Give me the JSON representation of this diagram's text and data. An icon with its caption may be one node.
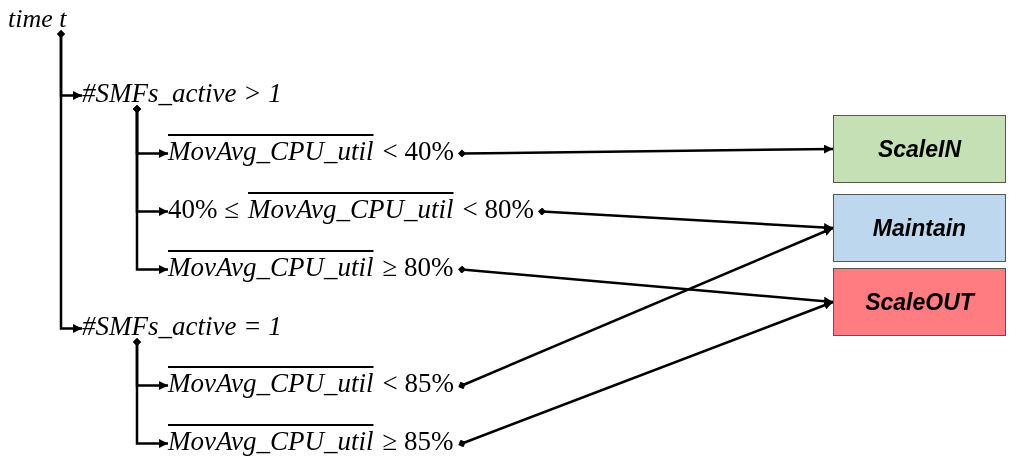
{
  "diagram": {
    "nodes": [
      {
        "text": [
          "time t"
        ]
      },
      {
        "text": [
          "#SMFs_active > 1"
        ]
      },
      {
        "text": [
          "MovAvg_CPU_util",
          "< 40%"
        ]
      },
      {
        "text": [
          "40% ≤",
          "MovAvg_CPU_util",
          "< 80%"
        ]
      },
      {
        "text": [
          "MovAvg_CPU_util",
          "≥ 80%"
        ]
      },
      {
        "text": [
          "#SMFs_active = 1"
        ]
      },
      {
        "text": [
          "MovAvg_CPU_util",
          "< 85%"
        ]
      },
      {
        "text": [
          "MovAvg_CPU_util",
          "≥ 85%"
        ]
      },
      {
        "text": [
          "ScaleIN"
        ]
      },
      {
        "text": [
          "Maintain"
        ]
      },
      {
        "text": [
          "ScaleOUT"
        ]
      }
    ],
    "edges": [
      {
        "from": 0,
        "to": 1,
        "arrow": "to"
      },
      {
        "from": 0,
        "to": 5,
        "arrow": "to"
      },
      {
        "from": 1,
        "to": 2,
        "arrow": "to"
      },
      {
        "from": 1,
        "to": 3,
        "arrow": "to"
      },
      {
        "from": 1,
        "to": 4,
        "arrow": "to"
      },
      {
        "from": 5,
        "to": 6,
        "arrow": "to"
      },
      {
        "from": 5,
        "to": 7,
        "arrow": "to"
      },
      {
        "from": 2,
        "to": 8,
        "arrow": "to"
      },
      {
        "from": 3,
        "to": 9,
        "arrow": "to"
      },
      {
        "from": 4,
        "to": 10,
        "arrow": "to"
      },
      {
        "from": 6,
        "to": 9,
        "arrow": "to"
      },
      {
        "from": 7,
        "to": 10,
        "arrow": "to"
      }
    ]
  }
}
